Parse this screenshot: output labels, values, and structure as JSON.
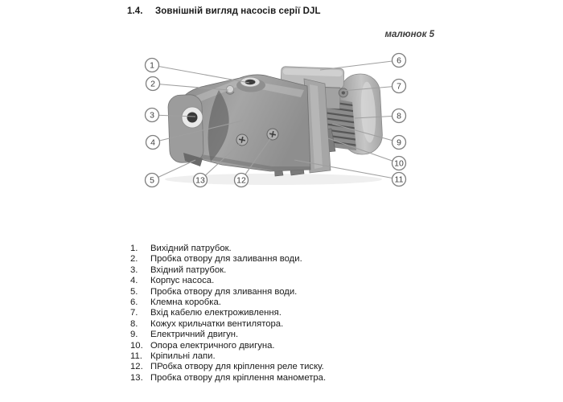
{
  "header": {
    "section_number": "1.4.",
    "title": "Зовнішній вигляд насосів серії DJL"
  },
  "figure": {
    "caption": "малюнок 5",
    "callouts": [
      {
        "number": "1"
      },
      {
        "number": "2"
      },
      {
        "number": "3"
      },
      {
        "number": "4"
      },
      {
        "number": "5"
      },
      {
        "number": "6"
      },
      {
        "number": "7"
      },
      {
        "number": "8"
      },
      {
        "number": "9"
      },
      {
        "number": "10"
      },
      {
        "number": "11"
      },
      {
        "number": "12"
      },
      {
        "number": "13"
      }
    ]
  },
  "parts": {
    "items": [
      {
        "num": "1.",
        "text": "Вихідний патрубок."
      },
      {
        "num": "2.",
        "text": "Пробка отвору для заливання води."
      },
      {
        "num": "3.",
        "text": "Вхідний патрубок."
      },
      {
        "num": "4.",
        "text": "Корпус насоса."
      },
      {
        "num": "5.",
        "text": "Пробка отвору для зливання води."
      },
      {
        "num": "6.",
        "text": "Клемна коробка."
      },
      {
        "num": "7.",
        "text": "Вхід кабелю електроживлення."
      },
      {
        "num": "8.",
        "text": "Кожух крильчатки вентилятора."
      },
      {
        "num": "9.",
        "text": "Електричний двигун."
      },
      {
        "num": "10.",
        "text": "Опора електричного двигуна."
      },
      {
        "num": "11.",
        "text": "Кріпильні лапи."
      },
      {
        "num": "12.",
        "text": "ПРобка отвору для кріплення реле тиску."
      },
      {
        "num": "13.",
        "text": "Пробка отвору для кріплення манометра."
      }
    ]
  },
  "colors": {
    "background": "#ffffff",
    "text": "#1a1a1a",
    "caption_text": "#3c3c3c",
    "leader_line": "#9f9f9f",
    "callout_stroke": "#7f7f7f",
    "callout_number": "#3d3d3d",
    "pump_body_mid": "#9a9a9a",
    "pump_body_light": "#bdbdbd",
    "pump_body_dark": "#4e4e4e"
  }
}
